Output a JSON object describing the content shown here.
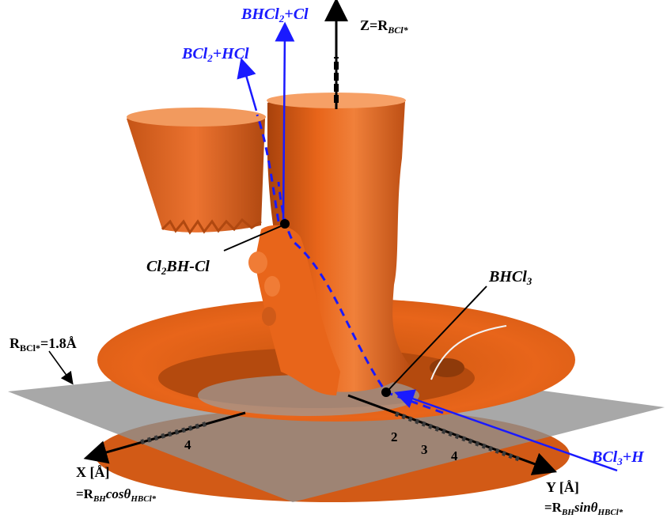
{
  "labels": {
    "z_axis_main": "Z=R",
    "z_axis_sub": "BCl*",
    "bhcl2_cl_a": "BHCl",
    "bhcl2_cl_sub": "2",
    "bhcl2_cl_b": "+Cl",
    "bcl2_hcl_a": "BCl",
    "bcl2_hcl_sub": "2",
    "bcl2_hcl_b": "+HCl",
    "cl2bh_cl_a": "Cl",
    "cl2bh_cl_sub": "2",
    "cl2bh_cl_b": "BH-Cl",
    "bhcl3_a": "BHCl",
    "bhcl3_sub": "3",
    "bcl3_h_a": "BCl",
    "bcl3_h_sub": "3",
    "bcl3_h_b": "+H",
    "rbcl_a": "R",
    "rbcl_sub": "BCl*",
    "rbcl_b": "=1.8Å",
    "x_axis_title": "X [Å]",
    "x_axis_def_a": "=R",
    "x_axis_def_sub1": "BH",
    "x_axis_def_b": "cosθ",
    "x_axis_def_sub2": "HBCl*",
    "y_axis_title": "Y [Å]",
    "y_axis_def_a": "=R",
    "y_axis_def_sub1": "BH",
    "y_axis_def_b": "sinθ",
    "y_axis_def_sub2": "HBCl*",
    "x_tick_4": "4",
    "y_tick_2": "2",
    "y_tick_3": "3",
    "y_tick_4": "4"
  },
  "colors": {
    "surface": "#e8651a",
    "surface_dark": "#b9470c",
    "surface_light": "#f48a45",
    "plane": "#8f8f8f",
    "path": "#1a1aff",
    "axis": "#000000"
  }
}
